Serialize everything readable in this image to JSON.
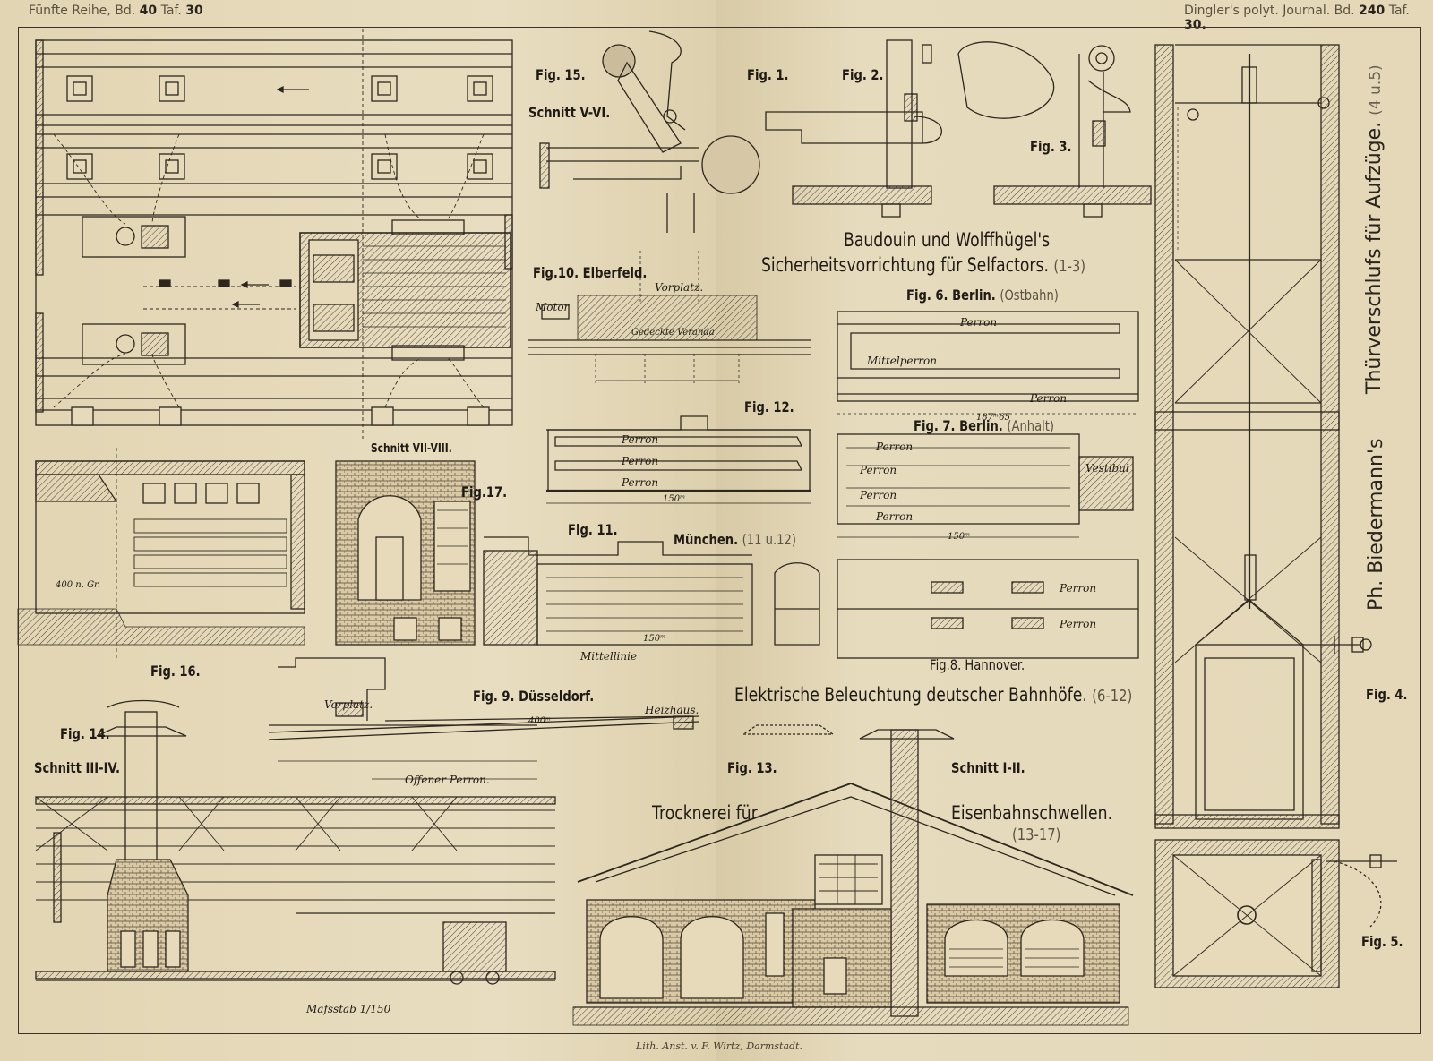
{
  "header": {
    "left_prefix": "Fünfte Reihe, Bd.",
    "left_vol": "40",
    "left_taf_label": "Taf.",
    "left_taf": "30",
    "right_prefix": "Dingler's polyt. Journal. Bd.",
    "right_vol": "240",
    "right_taf_label": "Taf.",
    "right_taf": "30."
  },
  "figures": {
    "fig15": "Fig. 15.",
    "schnitt_v_vi": "Schnitt V-VI.",
    "fig1": "Fig. 1.",
    "fig2": "Fig. 2.",
    "fig3": "Fig. 3.",
    "fig10": "Fig.10. Elberfeld.",
    "fig6": "Fig. 6. Berlin.",
    "fig6_note": "(Ostbahn)",
    "fig12": "Fig. 12.",
    "fig7": "Fig. 7. Berlin.",
    "fig7_note": "(Anhalt)",
    "fig11": "Fig. 11.",
    "fig17": "Fig.17.",
    "schnitt_vii_viii": "Schnitt VII-VIII.",
    "muenchen": "München.",
    "muenchen_note": "(11 u.12)",
    "fig8": "Fig.8. Hannover.",
    "fig16": "Fig. 16.",
    "fig9": "Fig. 9. Düsseldorf.",
    "fig14": "Fig. 14.",
    "schnitt_iii_iv": "Schnitt III-IV.",
    "fig13": "Fig. 13.",
    "schnitt_i_ii": "Schnitt I-II.",
    "fig4": "Fig. 4.",
    "fig5": "Fig. 5."
  },
  "titles": {
    "baudouin_1": "Baudouin und Wolffhügel's",
    "baudouin_2": "Sicherheitsvorrichtung für Selfactors.",
    "baudouin_range": "(1-3)",
    "beleuchtung": "Elektrische Beleuchtung deutscher Bahnhöfe.",
    "beleuchtung_range": "(6-12)",
    "trocknerei_1": "Trocknerei für",
    "trocknerei_2": "Eisenbahnschwellen.",
    "trocknerei_range": "(13-17)",
    "vertical_1": "Thürverschlufs für Aufzüge.",
    "vertical_1_range": "(4 u.5)",
    "vertical_2": "Ph. Biedermann's"
  },
  "annotations": {
    "vorplatz": "Vorplatz.",
    "motor": "Motor",
    "gedeckte_veranda": "Gedeckte Veranda",
    "perron": "Perron",
    "mittelperron": "Mittelperron",
    "vestibul": "Vestibul",
    "mittellinie": "Mittellinie",
    "offener_perron": "Offener Perron.",
    "heizhaus": "Heizhaus.",
    "dim_150": "150ᵐ",
    "dim_400": "400ᵐ",
    "dim_187": "187ᵐ65",
    "massstab": "Mafsstab 1/150",
    "n_gr": "400 n. Gr."
  },
  "imprint": "Lith. Anst. v. F. Wirtz, Darmstadt."
}
